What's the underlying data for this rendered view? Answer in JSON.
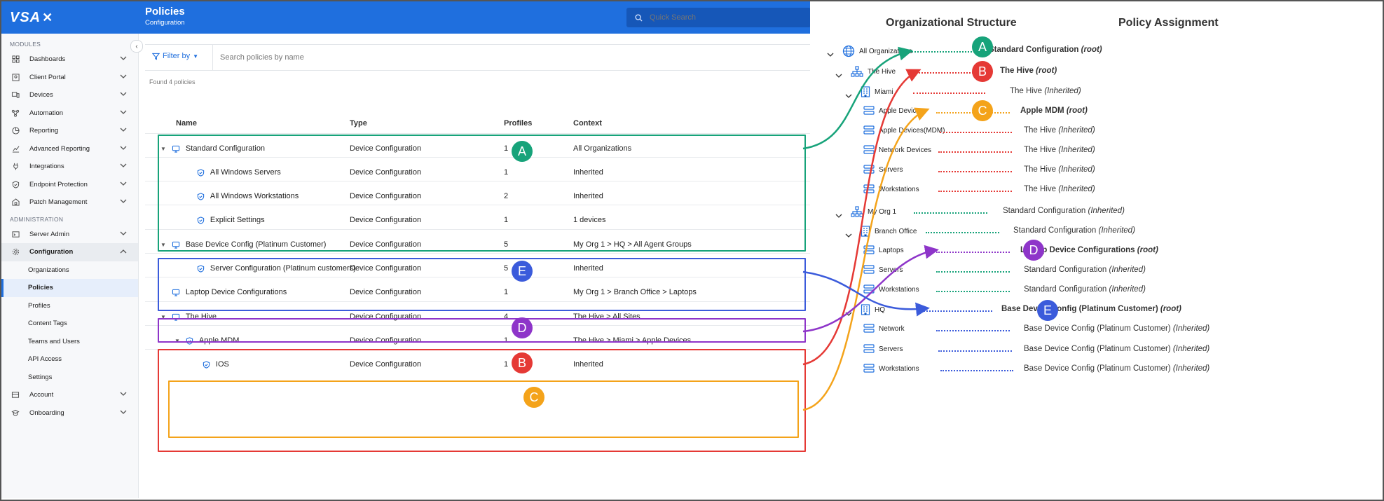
{
  "app": {
    "logo": "VSA",
    "title": "Policies",
    "subtitle": "Configuration",
    "search_placeholder": "Quick Search"
  },
  "sidebar": {
    "modules_label": "MODULES",
    "admin_label": "ADMINISTRATION",
    "modules": [
      {
        "label": "Dashboards",
        "icon": "grid-icon"
      },
      {
        "label": "Client Portal",
        "icon": "portal-icon"
      },
      {
        "label": "Devices",
        "icon": "devices-icon"
      },
      {
        "label": "Automation",
        "icon": "automation-icon"
      },
      {
        "label": "Reporting",
        "icon": "report-icon"
      },
      {
        "label": "Advanced Reporting",
        "icon": "chart-icon"
      },
      {
        "label": "Integrations",
        "icon": "plug-icon"
      },
      {
        "label": "Endpoint Protection",
        "icon": "shield-icon"
      },
      {
        "label": "Patch Management",
        "icon": "patch-icon"
      }
    ],
    "admin": [
      {
        "label": "Server Admin",
        "icon": "server-icon"
      },
      {
        "label": "Configuration",
        "icon": "gear-icon"
      }
    ],
    "config_children": [
      "Organizations",
      "Policies",
      "Profiles",
      "Content Tags",
      "Teams and Users",
      "API Access",
      "Settings"
    ],
    "bottom": [
      {
        "label": "Account",
        "icon": "account-icon"
      },
      {
        "label": "Onboarding",
        "icon": "onboarding-icon"
      }
    ]
  },
  "toolbar": {
    "filter_label": "Filter by",
    "search_placeholder": "Search policies by name",
    "found": "Found 4 policies"
  },
  "table": {
    "headers": [
      "Name",
      "Type",
      "Profiles",
      "Context"
    ],
    "rows": [
      {
        "name": "Standard Configuration",
        "type": "Device Configuration",
        "profiles": "1",
        "context": "All Organizations"
      },
      {
        "name": "All Windows Servers",
        "type": "Device Configuration",
        "profiles": "1",
        "context": "Inherited"
      },
      {
        "name": "All Windows Workstations",
        "type": "Device Configuration",
        "profiles": "2",
        "context": "Inherited"
      },
      {
        "name": "Explicit Settings",
        "type": "Device Configuration",
        "profiles": "1",
        "context": "1 devices"
      },
      {
        "name": "Base Device Config (Platinum Customer)",
        "type": "Device Configuration",
        "profiles": "5",
        "context": "My Org 1 > HQ > All Agent Groups"
      },
      {
        "name": "Server Configuration (Platinum customers)",
        "type": "Device Configuration",
        "profiles": "5",
        "context": "Inherited"
      },
      {
        "name": "Laptop Device Configurations",
        "type": "Device Configuration",
        "profiles": "1",
        "context": "My Org 1 > Branch Office > Laptops"
      },
      {
        "name": "The Hive",
        "type": "Device Configuration",
        "profiles": "4",
        "context": "The Hive > All Sites"
      },
      {
        "name": "Apple MDM",
        "type": "Device Configuration",
        "profiles": "1",
        "context": "The Hive > Miami > Apple Devices"
      },
      {
        "name": "IOS",
        "type": "Device Configuration",
        "profiles": "1",
        "context": "Inherited"
      }
    ]
  },
  "badges": {
    "a": "A",
    "b": "B",
    "c": "C",
    "d": "D",
    "e": "E"
  },
  "colors": {
    "a": "#17a37a",
    "b": "#e53935",
    "c": "#f4a31a",
    "d": "#8e35c9",
    "e": "#3b5bdb",
    "brand": "#1f6fde"
  },
  "diagram": {
    "org_title": "Organizational Structure",
    "policy_title": "Policy Assignment",
    "orgs": [
      "All Organizations",
      "The Hive",
      "Miami",
      "Apple Devices",
      "Apple Devices(MDM)",
      "Network Devices",
      "Servers",
      "Workstations",
      "My Org 1",
      "Branch Office",
      "Laptops",
      "Servers",
      "Workstations",
      "HQ",
      "Network",
      "Servers",
      "Workstations"
    ],
    "policies": [
      {
        "name": "Standard Configuration",
        "tag": "(root)"
      },
      {
        "name": "The Hive",
        "tag": "(root)"
      },
      {
        "name": "The Hive",
        "tag": "(Inherited)"
      },
      {
        "name": "Apple MDM",
        "tag": "(root)"
      },
      {
        "name": "The Hive",
        "tag": "(Inherited)"
      },
      {
        "name": "The Hive",
        "tag": "(Inherited)"
      },
      {
        "name": "The Hive",
        "tag": "(Inherited)"
      },
      {
        "name": "The Hive",
        "tag": "(Inherited)"
      },
      {
        "name": "Standard Configuration",
        "tag": "(Inherited)"
      },
      {
        "name": "Standard Configuration",
        "tag": "(Inherited)"
      },
      {
        "name": "Laptop Device Configurations",
        "tag": "(root)"
      },
      {
        "name": "Standard Configuration",
        "tag": "(Inherited)"
      },
      {
        "name": "Standard Configuration",
        "tag": "(Inherited)"
      },
      {
        "name": "Base Device Config (Platinum Customer)",
        "tag": "(root)"
      },
      {
        "name": "Base Device Config (Platinum Customer)",
        "tag": "(Inherited)"
      },
      {
        "name": "Base Device Config (Platinum Customer)",
        "tag": "(Inherited)"
      },
      {
        "name": "Base Device Config (Platinum Customer)",
        "tag": "(Inherited)"
      }
    ]
  }
}
